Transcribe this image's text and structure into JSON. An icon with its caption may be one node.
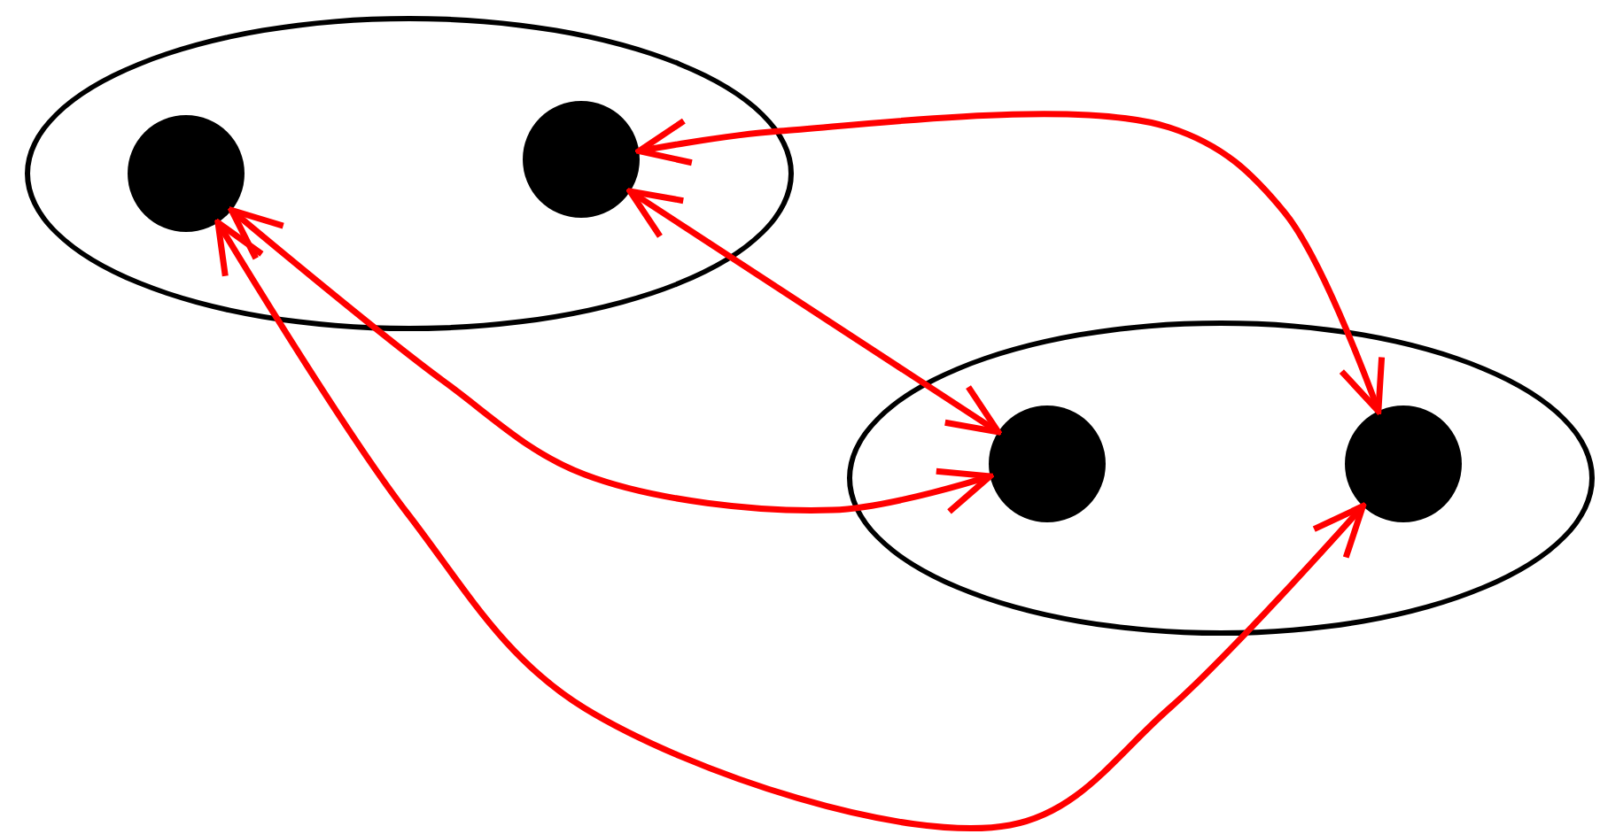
{
  "diagram": {
    "nodes": [
      {
        "text": [],
        "shape": "ellipse"
      },
      {
        "text": [],
        "shape": "dot",
        "in": 0
      },
      {
        "text": [],
        "shape": "dot",
        "in": 0
      },
      {
        "text": [],
        "shape": "ellipse"
      },
      {
        "text": [],
        "shape": "dot",
        "in": 3
      },
      {
        "text": [],
        "shape": "dot",
        "in": 3
      }
    ],
    "edges": [
      {
        "from": 2,
        "to": 5,
        "arrow": "both"
      },
      {
        "from": 2,
        "to": 4,
        "arrow": "both"
      },
      {
        "from": 1,
        "to": 4,
        "arrow": "both"
      },
      {
        "from": 1,
        "to": 5,
        "arrow": "both"
      }
    ]
  }
}
